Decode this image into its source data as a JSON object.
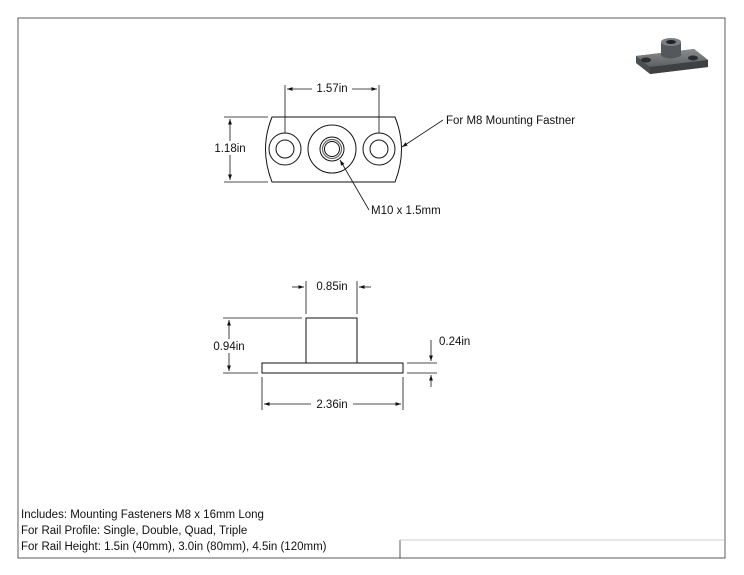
{
  "drawing": {
    "top_view": {
      "width_dim": "1.57in",
      "height_dim": "1.18in",
      "callout_fastener": "For M8 Mounting Fastner",
      "callout_thread": "M10 x 1.5mm"
    },
    "side_view": {
      "boss_width_dim": "0.85in",
      "total_height_dim": "0.94in",
      "flange_thickness_dim": "0.24in",
      "base_width_dim": "2.36in"
    },
    "notes": [
      "Includes: Mounting Fasteners M8 x 16mm Long",
      "For Rail Profile: Single, Double, Quad, Triple",
      "For Rail Height: 1.5in (40mm), 3.0in (80mm), 4.5in (120mm)"
    ]
  }
}
